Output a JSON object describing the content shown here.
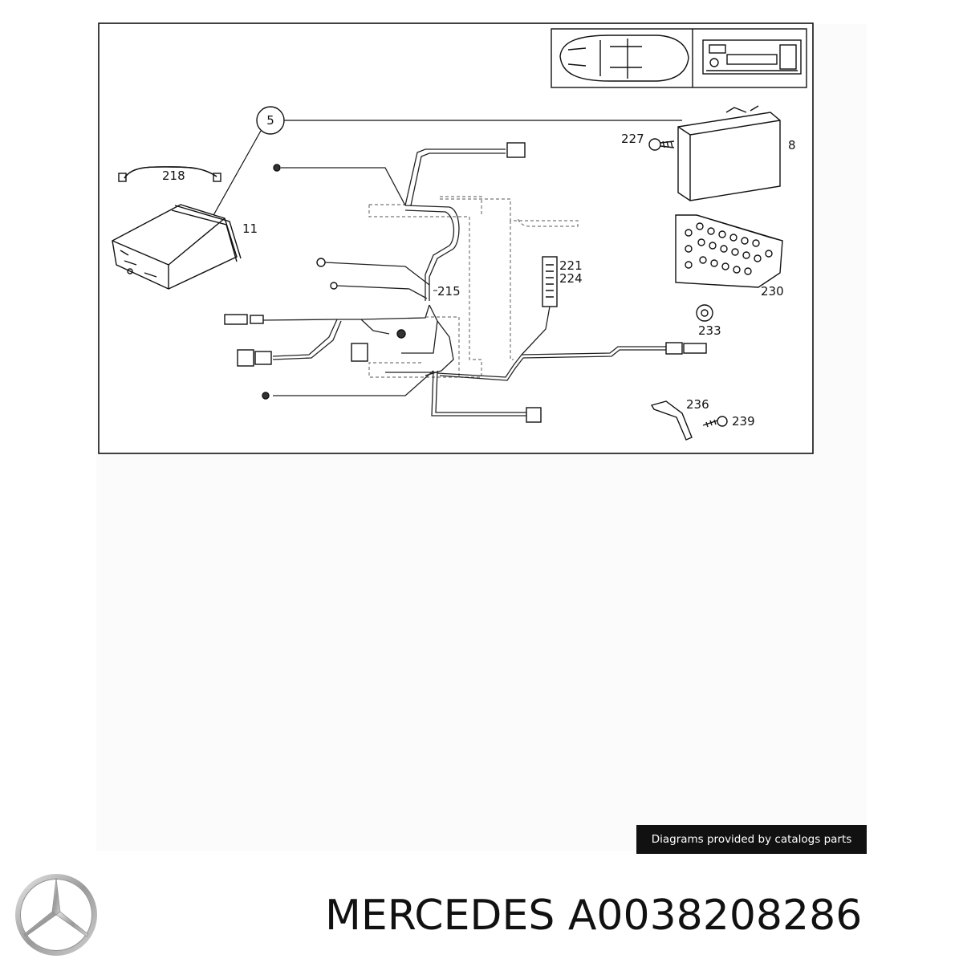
{
  "diagram": {
    "callout": "5",
    "part_labels": {
      "p218": "218",
      "p11": "11",
      "p227": "227",
      "p8": "8",
      "p221": "221",
      "p224": "224",
      "p215": "215",
      "p230": "230",
      "p233": "233",
      "p236": "236",
      "p239": "239"
    }
  },
  "credit": "Diagrams provided by catalogs parts",
  "title": "MERCEDES A0038208286",
  "brand": {
    "logo_icon": "mercedes-star-icon"
  }
}
